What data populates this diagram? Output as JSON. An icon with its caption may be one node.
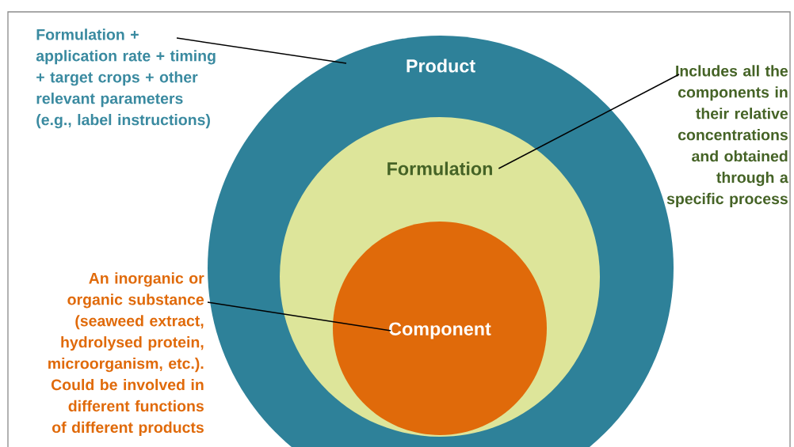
{
  "diagram": {
    "nodes": [
      {
        "text": [
          "Product"
        ]
      },
      {
        "text": [
          "Formulation"
        ],
        "in": 0
      },
      {
        "text": [
          "Component"
        ],
        "in": 1
      },
      {
        "text": [
          "Formulation + application rate + timing + target crops + other relevant parameters (e.g., label instructions)"
        ]
      },
      {
        "text": [
          "Includes all the components in their relative concentrations and obtained through a specific process"
        ]
      },
      {
        "text": [
          "An inorganic or organic substance (seaweed extract, hydrolysed protein, microorganism, etc.). Could be involved in different functions of different products"
        ]
      }
    ],
    "edges": [
      {
        "from": 3,
        "to": 0,
        "arrow": "none"
      },
      {
        "from": 4,
        "to": 1,
        "arrow": "none"
      },
      {
        "from": 5,
        "to": 2,
        "arrow": "none"
      }
    ]
  }
}
